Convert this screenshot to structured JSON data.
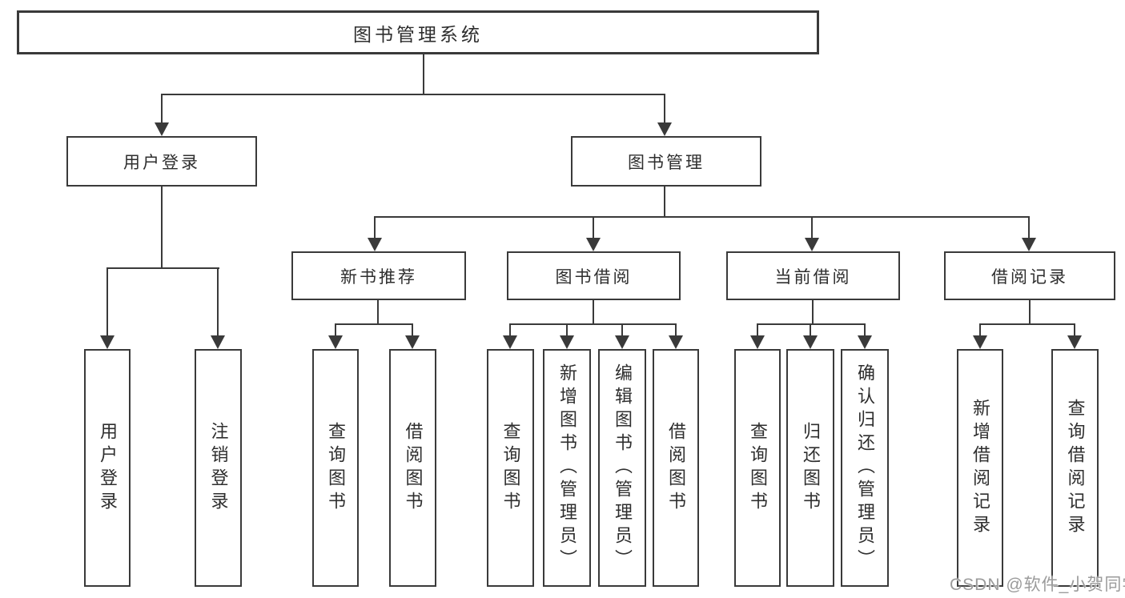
{
  "colors": {
    "line": "#3a3a3a",
    "box_border": "#3a3a3a",
    "text": "#2e2e2e",
    "background": "#ffffff",
    "watermark": "#9b9b9b"
  },
  "tree": {
    "root": {
      "label": "图书管理系统",
      "children": [
        {
          "label": "用户登录",
          "children": [
            {
              "label": "用户登录"
            },
            {
              "label": "注销登录"
            }
          ]
        },
        {
          "label": "图书管理",
          "children": [
            {
              "label": "新书推荐",
              "children": [
                {
                  "label": "查询图书"
                },
                {
                  "label": "借阅图书"
                }
              ]
            },
            {
              "label": "图书借阅",
              "children": [
                {
                  "label": "查询图书"
                },
                {
                  "label": "新增图书（管理员）"
                },
                {
                  "label": "编辑图书（管理员）"
                },
                {
                  "label": "借阅图书"
                }
              ]
            },
            {
              "label": "当前借阅",
              "children": [
                {
                  "label": "查询图书"
                },
                {
                  "label": "归还图书"
                },
                {
                  "label": "确认归还（管理员）"
                }
              ]
            },
            {
              "label": "借阅记录",
              "children": [
                {
                  "label": "新增借阅记录"
                },
                {
                  "label": "查询借阅记录"
                }
              ]
            }
          ]
        }
      ]
    }
  },
  "watermark": {
    "text": "CSDN @软件_小贺同学"
  }
}
